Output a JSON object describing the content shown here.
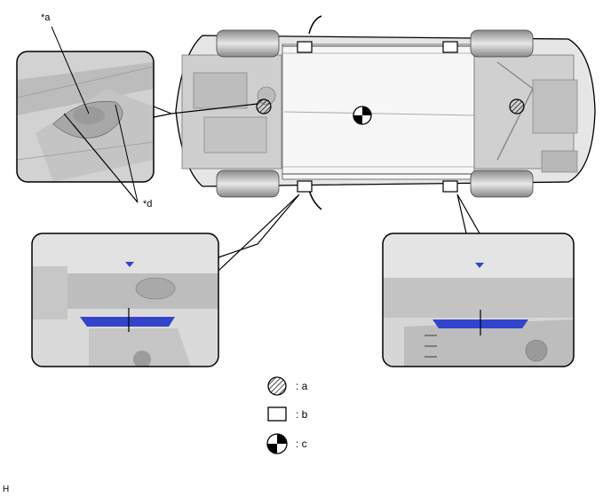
{
  "callouts": {
    "a": "*a",
    "d": "*d"
  },
  "legend": [
    {
      "symbol": "hatched-circle-icon",
      "text": ": a"
    },
    {
      "symbol": "square-icon",
      "text": ": b"
    },
    {
      "symbol": "center-of-gravity-icon",
      "text": ": c"
    }
  ],
  "corner_code": "H",
  "colors": {
    "line": "#000000",
    "pad_blue": "#3344cc",
    "body_gray": "#d8d8d8",
    "detail_gray": "#c8c8c8"
  }
}
